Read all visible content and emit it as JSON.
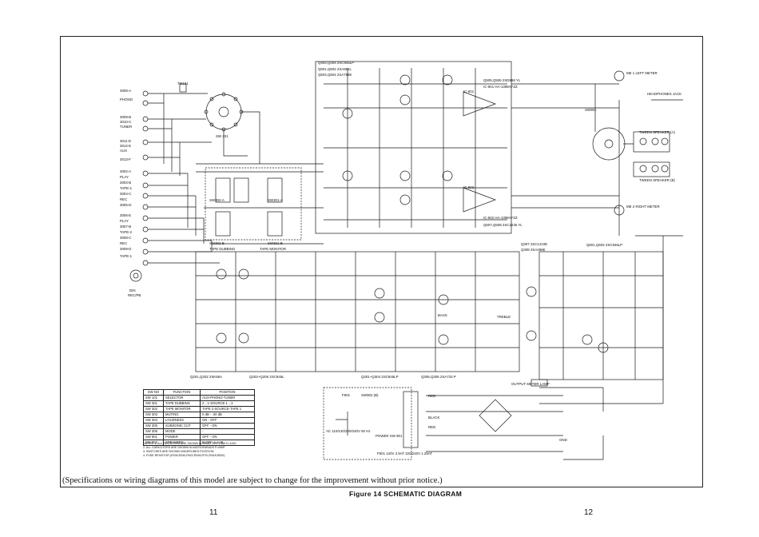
{
  "title": "Figure 14 SCHEMATIC DIAGRAM",
  "note": "(Specifications or wiring diagrams of this model are subject to change for the improvement without prior notice.)",
  "pages": {
    "left": "11",
    "right": "12"
  },
  "input_labels": [
    "3008-A",
    "PHONO",
    "3009-B",
    "3010-C",
    "TUNER",
    "3011-D",
    "3012-E",
    "AUX",
    "3013-F",
    "3002-A",
    "PLAY",
    "3003-B",
    "TAPE-1",
    "3004-C",
    "REC",
    "3005-D",
    "3006-E",
    "PLAY",
    "3007-B",
    "TAPE-2",
    "3008-C",
    "REC",
    "3009-D",
    "TAPE-1",
    "DIN",
    "REC/PB"
  ],
  "transistor_lists": {
    "top": [
      "Q403,Q404  2SC945LP",
      "Q501,Q502  2SA561L",
      "Q503,Q504  2SA798K"
    ],
    "mid": [
      "Q505,Q506  2SD898 YL",
      "Q507,Q508  2SC2236 YL"
    ],
    "right": [
      "Q307  2SC1210E",
      "Q308  2SA499E",
      "Q601,Q602  2SC945LP"
    ],
    "bottom": [
      "Q201,Q202  2SK68A",
      "Q203~Q206  2SC945L",
      "Q301~Q304  2SC945LP",
      "Q305,Q306  2SA733 P"
    ]
  },
  "ic_labels": [
    "IC-501",
    "IC-502",
    "IC-501  HA-1398AFZZ",
    "IC-502  HA-1398AFZZ"
  ],
  "component_labels": {
    "tm101": "TM101",
    "sw101": "SW 101",
    "sw302a": "SW302-A",
    "sw302b": "SW302-B",
    "sw301a": "SW301-A",
    "sw301b": "SW301-B",
    "tape_dubbing": "TAPE DUBBING",
    "tape_monitor": "TAPE MONITOR",
    "sw901": "SW901",
    "headphones": "HEADPHONES JACK",
    "speakers_a": "TWEEN SPEAKER (A)",
    "speakers_b": "TWEEN SPEAKER (B)",
    "meter_l": "ME 1 LEFT METER",
    "meter_r": "ME 2 RIGHT METER",
    "treble": "TREBLE",
    "power_switch": "POWER SW 901",
    "output_meter_lamp": "OUTPUT METER LAMP",
    "ac_in": "AC 110/120/220/240V 50 Hz",
    "fuse": "F901  120V  2.5AT  220/240V 1.25AT",
    "f901": "F901",
    "sw902": "SW902 (B)",
    "bass": "BASS",
    "red": "RED",
    "black": "BLACK",
    "red2": "RED",
    "gnd": "GND"
  },
  "switch_table": {
    "headers": [
      "SW NO",
      "FUNCTION",
      "POSITION"
    ],
    "rows": [
      [
        "SW 101",
        "SELECTOR",
        "AUX-PHONO-TUNER"
      ],
      [
        "SW 301",
        "TAPE DUBBING",
        "2→1-SOURCE-1→2"
      ],
      [
        "SW 302",
        "TAPE MONITOR",
        "TAPE 2-SOURCE-TAPE 1"
      ],
      [
        "SW 303",
        "MUTING",
        "0 dB - -20 dB"
      ],
      [
        "SW 304",
        "LOUDNESS",
        "ON - OFF"
      ],
      [
        "SW 305",
        "SUBSONIC CUT",
        "OFF - ON"
      ],
      [
        "SW 306",
        "MODE",
        "-"
      ],
      [
        "SW 901",
        "POWER",
        "OFF - ON"
      ],
      [
        "SW 902",
        "SPEAKERS",
        "B-OFF-A-A+B"
      ]
    ]
  },
  "notes": [
    "NOTES: 1. ALL RESISTORS ARE SHOWN IN OHMS ±5% 1/4W  K=1000",
    "2. ALL CAPACITORS ARE SHOWN IN MICROFARADS  P=MMF",
    "3. SWITCHES ARE SHOWN UNDERLINED POSITION",
    "4. FUSE RESISTOR (R335,R340,R522,R526,R701,R518,R520)"
  ]
}
